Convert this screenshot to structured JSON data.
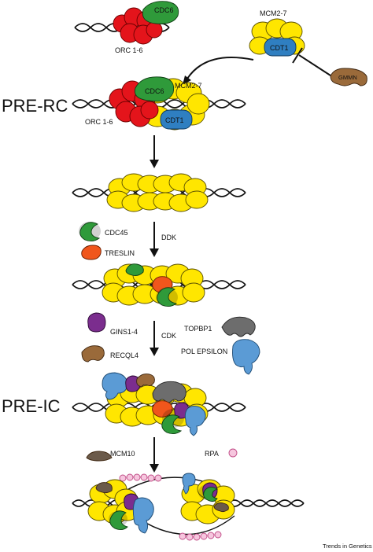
{
  "labels": {
    "orc_top": "ORC 1-6",
    "cdc6_top": "CDC6",
    "mcm_top": "MCM2-7",
    "cdt1_top": "CDT1",
    "gmmn": "GMMN",
    "pre_rc": "PRE-RC",
    "cdc6_rc": "CDC6",
    "mcm_rc": "MCM2-7",
    "cdt1_rc": "CDT1",
    "orc_rc": "ORC 1-6",
    "cdc45": "CDC45",
    "treslin": "TRESLIN",
    "ddk": "DDK",
    "gins": "GINS1-4",
    "recql4": "RECQL4",
    "cdk": "CDK",
    "topbp1": "TOPBP1",
    "pol_epsilon": "POL EPSILON",
    "pre_ic": "PRE-IC",
    "mcm10": "MCM10",
    "rpa": "RPA",
    "credit": "Trends in Genetics"
  },
  "colors": {
    "orc": "#e4141b",
    "cdc6": "#2f9a3a",
    "mcm": "#ffe600",
    "cdt1": "#2f7fc1",
    "gmmn": "#9a6a3a",
    "cdc45": "#2f9a3a",
    "treslin": "#f0561c",
    "gins": "#7b2d8e",
    "recql4": "#9a6a3a",
    "topbp1": "#6d6d6d",
    "pol_epsilon": "#5b9bd5",
    "mcm10": "#6b5a4a",
    "rpa": "#f6c6de"
  },
  "icons": {
    "arrow": "arrow-down-icon",
    "inhibit": "inhibition-bar-icon"
  }
}
